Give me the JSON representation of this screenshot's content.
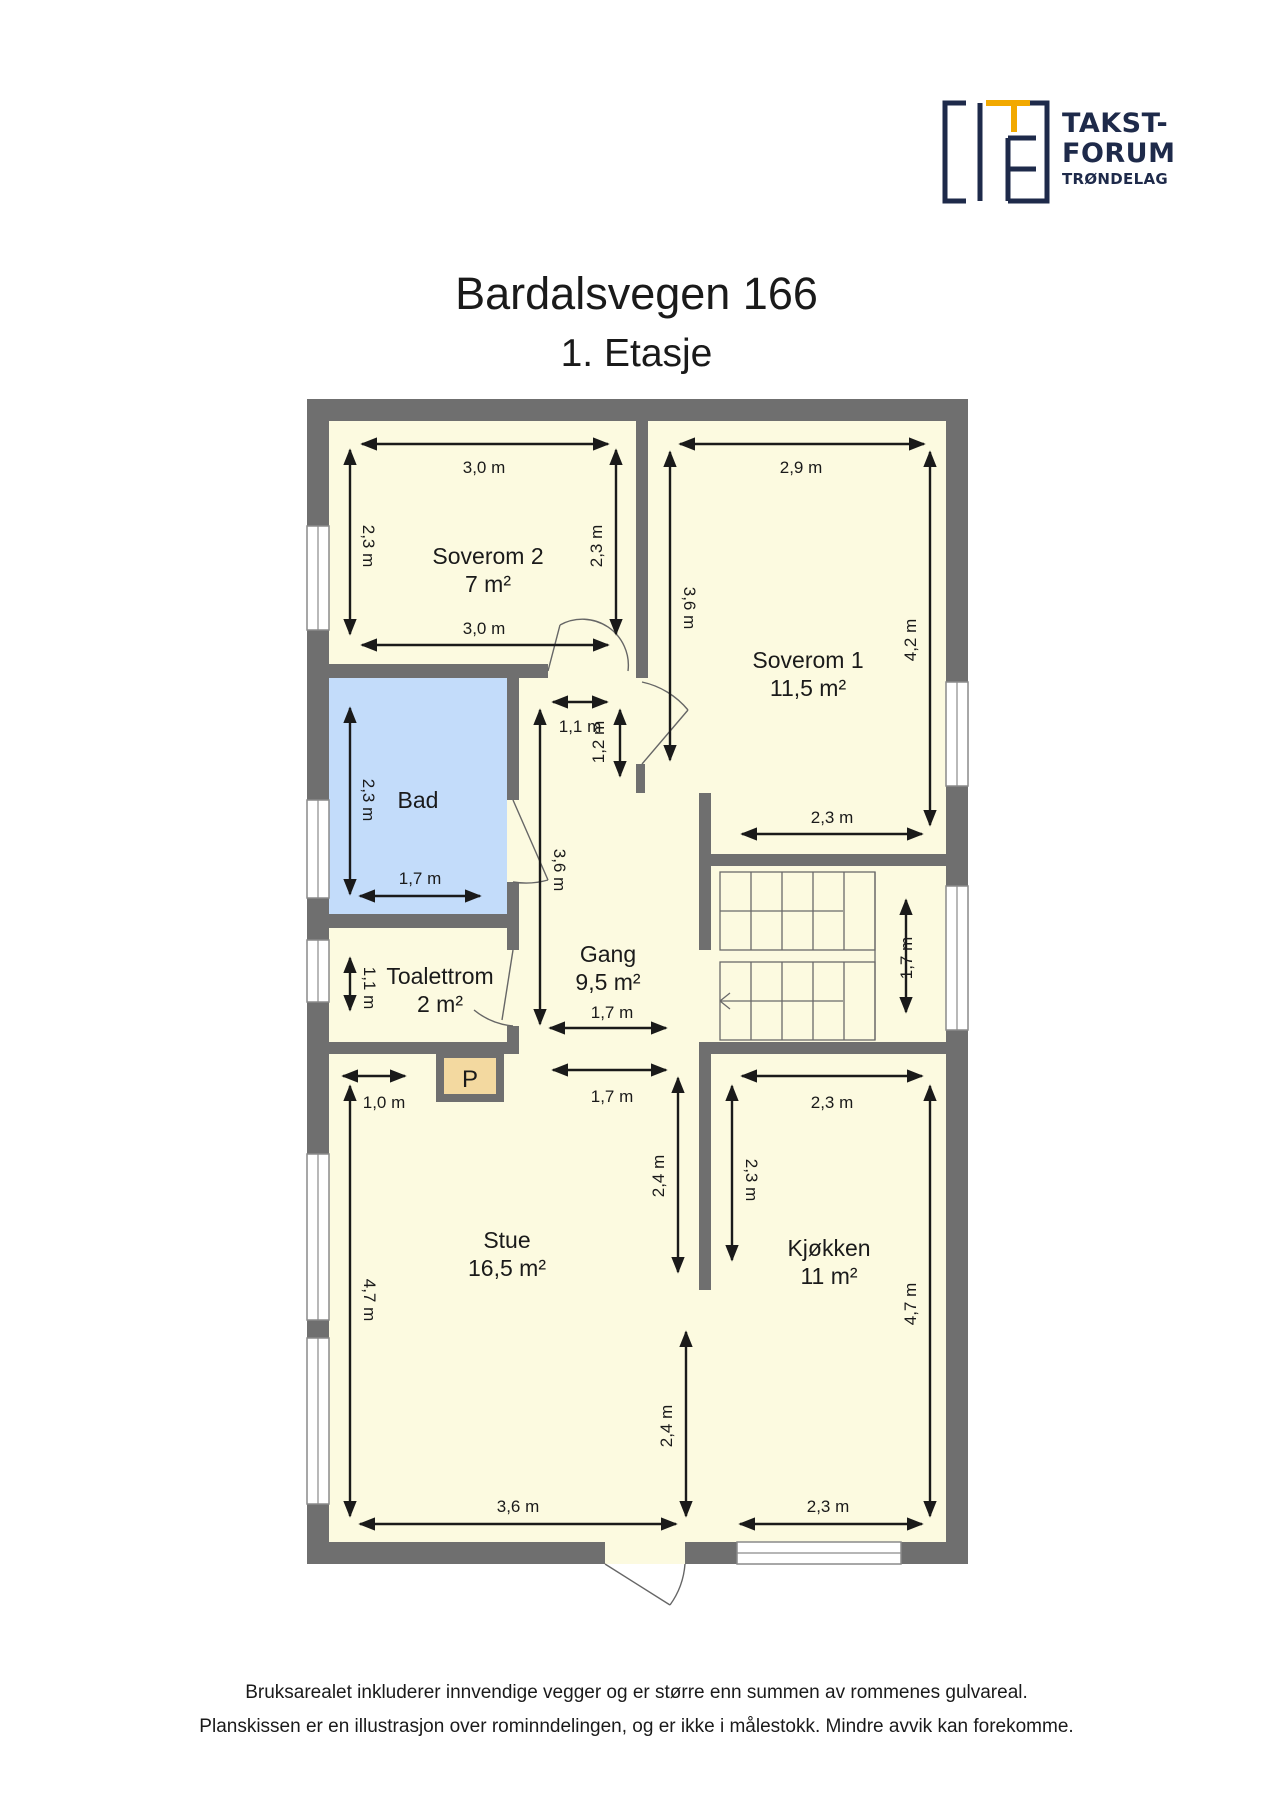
{
  "header": {
    "logo": {
      "line1": "TAKST-",
      "line2": "FORUM",
      "line3": "TRØNDELAG",
      "colors": {
        "navy": "#1e2a4a",
        "gold": "#f2a900"
      }
    },
    "title": "Bardalsvegen 166",
    "subtitle": "1. Etasje"
  },
  "floorplan": {
    "colors": {
      "wall": "#6f6f6f",
      "floor": "#fcfae0",
      "bath": "#c3dcfa",
      "line": "#1a1a1a"
    },
    "rooms": {
      "soverom2": {
        "name": "Soverom 2",
        "area": "7 m²"
      },
      "soverom1": {
        "name": "Soverom 1",
        "area": "11,5 m²"
      },
      "bad": {
        "name": "Bad"
      },
      "toalettrom": {
        "name": "Toalettrom",
        "area": "2 m²"
      },
      "gang": {
        "name": "Gang",
        "area": "9,5 m²"
      },
      "stue": {
        "name": "Stue",
        "area": "16,5 m²"
      },
      "kjokken": {
        "name": "Kjøkken",
        "area": "11 m²"
      }
    },
    "pipe_label": "P",
    "dimensions": {
      "s2_top": "3,0 m",
      "s2_bottom": "3,0 m",
      "s2_left": "2,3 m",
      "s2_right": "2,3 m",
      "s1_top": "2,9 m",
      "s1_left": "3,6 m",
      "s1_right": "4,2 m",
      "s1_bottom": "2,3 m",
      "gang_small_w": "1,1 m",
      "gang_small_h": "1,2 m",
      "bad_left": "2,3 m",
      "bad_bottom": "1,7 m",
      "gang_h": "3,6 m",
      "gang_w": "1,7 m",
      "stair_h": "1,7 m",
      "toa_h": "1,1 m",
      "stue_top_left": "1,0 m",
      "stue_top_right": "1,7 m",
      "stue_right_upper": "2,4 m",
      "stue_right_lower": "2,4 m",
      "stue_left": "4,7 m",
      "stue_bottom": "3,6 m",
      "kj_top": "2,3 m",
      "kj_left": "2,3 m",
      "kj_right": "4,7 m",
      "kj_bottom": "2,3 m"
    }
  },
  "footer": {
    "line1": "Bruksarealet inkluderer innvendige vegger og er større enn summen av rommenes gulvareal.",
    "line2": "Planskissen er en illustrasjon over rominndelingen, og er ikke i målestokk. Mindre avvik kan forekomme."
  }
}
